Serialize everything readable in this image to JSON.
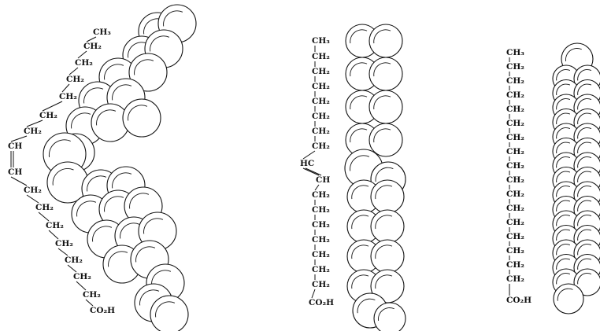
{
  "figure": {
    "panels": [
      {
        "name": "cis-unsaturated-chain",
        "labels": [
          "CH₃",
          "CH₂",
          "CH₂",
          "CH₂",
          "CH₂",
          "CH₂",
          "CH₂",
          "CH",
          "CH",
          "CH₂",
          "CH₂",
          "CH₂",
          "CH₂",
          "CH₂",
          "CH₂",
          "CH₂",
          "CO₂H"
        ]
      },
      {
        "name": "trans-unsaturated-chain",
        "labels": [
          "CH₃",
          "CH₂",
          "CH₂",
          "CH₂",
          "CH₂",
          "CH₂",
          "CH₂",
          "CH₂",
          "HC",
          "CH",
          "CH₂",
          "CH₂",
          "CH₂",
          "CH₂",
          "CH₂",
          "CH₂",
          "CH₂",
          "CO₂H"
        ]
      },
      {
        "name": "saturated-chain",
        "labels": [
          "CH₃",
          "CH₂",
          "CH₂",
          "CH₂",
          "CH₂",
          "CH₂",
          "CH₂",
          "CH₂",
          "CH₂",
          "CH₂",
          "CH₂",
          "CH₂",
          "CH₂",
          "CH₂",
          "CH₂",
          "CH₂",
          "CH₂",
          "CO₂H"
        ]
      }
    ]
  }
}
